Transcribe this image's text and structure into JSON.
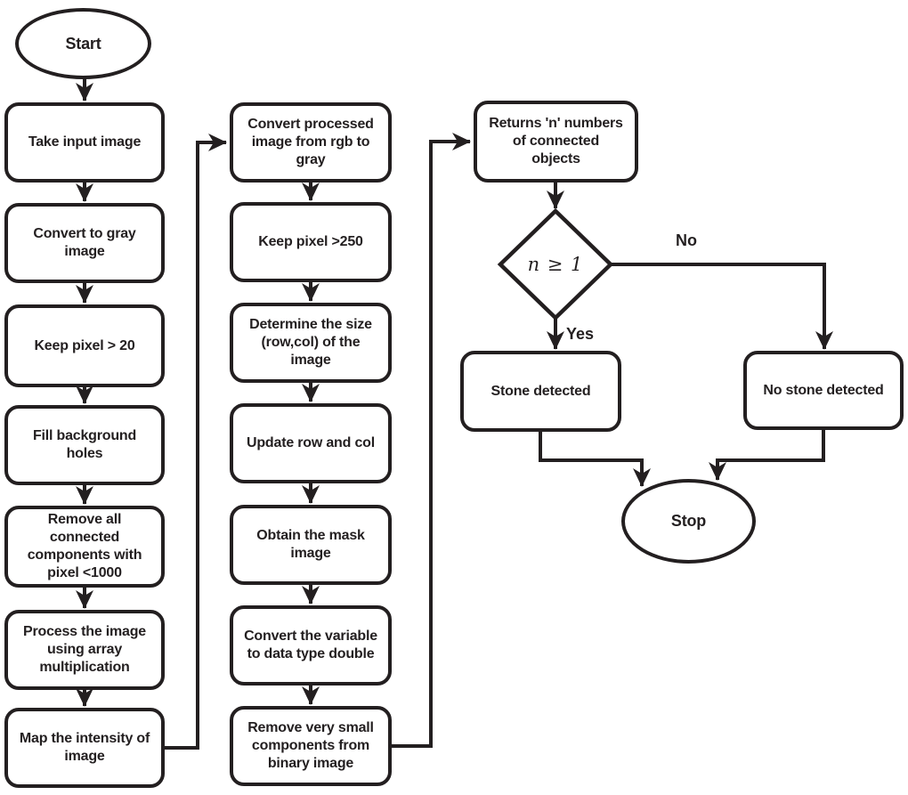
{
  "colors": {
    "ink": "#231f20",
    "background": "#ffffff"
  },
  "nodes": {
    "start": "Start",
    "take_input": "Take input image",
    "convert_gray": "Convert to gray\nimage",
    "keep_pixel_20": "Keep pixel > 20",
    "fill_holes": "Fill background\nholes",
    "remove_connected": "Remove all\nconnected\ncomponents with\npixel <1000",
    "process_array": "Process the image\nusing array\nmultiplication",
    "map_intensity": "Map the intensity of\nimage",
    "convert_processed": "Convert processed\nimage from rgb to\ngray",
    "keep_pixel_250": "Keep pixel >250",
    "determine_size": "Determine the size\n(row,col) of the\nimage",
    "update_row_col": "Update row and col",
    "obtain_mask": "Obtain the mask\nimage",
    "convert_variable": "Convert the variable\nto data type double",
    "remove_small": "Remove very small\ncomponents from\nbinary image",
    "returns_n": "Returns 'n' numbers\nof connected\nobjects",
    "decision": "n ≥ 1",
    "stone_detected": "Stone detected",
    "no_stone": "No stone detected",
    "stop": "Stop"
  },
  "edge_labels": {
    "yes": "Yes",
    "no": "No"
  },
  "edges": [
    {
      "from": "start",
      "to": "take_input"
    },
    {
      "from": "take_input",
      "to": "convert_gray"
    },
    {
      "from": "convert_gray",
      "to": "keep_pixel_20"
    },
    {
      "from": "keep_pixel_20",
      "to": "fill_holes"
    },
    {
      "from": "fill_holes",
      "to": "remove_connected"
    },
    {
      "from": "remove_connected",
      "to": "process_array"
    },
    {
      "from": "process_array",
      "to": "map_intensity"
    },
    {
      "from": "map_intensity",
      "to": "convert_processed"
    },
    {
      "from": "convert_processed",
      "to": "keep_pixel_250"
    },
    {
      "from": "keep_pixel_250",
      "to": "determine_size"
    },
    {
      "from": "determine_size",
      "to": "update_row_col"
    },
    {
      "from": "update_row_col",
      "to": "obtain_mask"
    },
    {
      "from": "obtain_mask",
      "to": "convert_variable"
    },
    {
      "from": "convert_variable",
      "to": "remove_small"
    },
    {
      "from": "remove_small",
      "to": "returns_n"
    },
    {
      "from": "returns_n",
      "to": "decision"
    },
    {
      "from": "decision",
      "to": "stone_detected",
      "label": "Yes"
    },
    {
      "from": "decision",
      "to": "no_stone",
      "label": "No"
    },
    {
      "from": "stone_detected",
      "to": "stop"
    },
    {
      "from": "no_stone",
      "to": "stop"
    }
  ]
}
